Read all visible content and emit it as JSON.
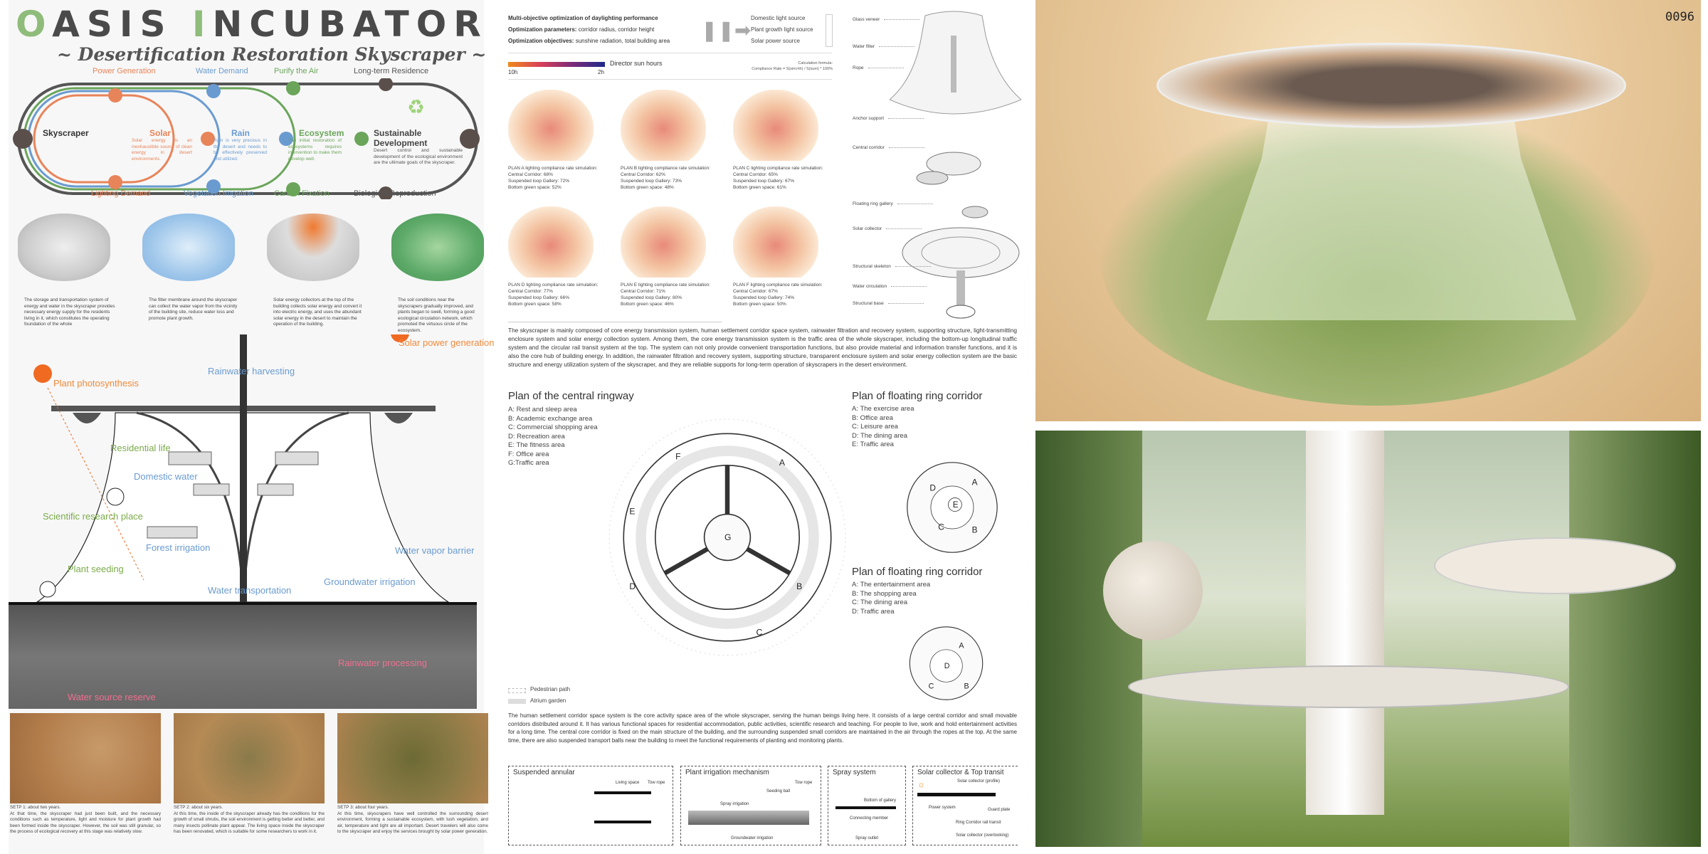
{
  "title": {
    "first_letter": "O",
    "first_rest": "ASIS ",
    "second_letter": "I",
    "second_rest": "NCUBATOR",
    "subtitle": "~ Desertification Restoration Skyscraper ~"
  },
  "poster_number": "0096",
  "loop": {
    "top_labels": [
      "Power Generation",
      "Water Demand",
      "Purify the Air",
      "Long-term Residence"
    ],
    "bottom_labels": [
      "Lighting Demand",
      "Vegetation Irrigation",
      "Carbon Fixation",
      "Biological Reproduction"
    ],
    "nodes": [
      {
        "title": "Skyscraper",
        "text": ""
      },
      {
        "title": "Solar",
        "text": "Solar energy is an inexhaustible source of clean energy in desert environments."
      },
      {
        "title": "Rain",
        "text": "Rain is very precious in the desert and needs to be effectively preserved and utilized."
      },
      {
        "title": "Ecosystem",
        "text": "The initial restoration of ecosystems requires intervention to make them develop well."
      },
      {
        "title": "Sustainable Development",
        "text": "Desert control and sustainable development of the ecological environment are the ultimate goals of the skyscraper."
      }
    ],
    "colors": {
      "solar": "#e8845a",
      "rain": "#6a9bd0",
      "eco": "#6aa55a",
      "main": "#555555"
    }
  },
  "models": [
    "The storage and transportation system of energy and water in the skyscraper provides necessary energy supply for the residents living in it, which constitutes the operating foundation of the whole",
    "The filter membrane around the skyscraper can collect the water vapor from the vicinity of the building site, reduce water loss and promote plant growth.",
    "Solar energy collectors at the top of the building collects solar energy and convert it into electric energy, and uses the abundant solar energy in the desert to maintain the operation of the building.",
    "The soil conditions near the skyscrapers gradually improved, and plants began to swell, forming a good ecological circulation network, which promoted the virtuous circle of the ecosystem."
  ],
  "section": {
    "plant_photosynthesis": "Plant photosynthesis",
    "rainwater_harvesting": "Rainwater harvesting",
    "solar_power": "Solar power generation",
    "residential_life": "Residential life",
    "domestic_water": "Domestic water",
    "scientific_research": "Scientific research place",
    "forest_irrigation": "Forest irrigation",
    "water_transportation": "Water transportation",
    "water_vapor_barrier": "Water vapor barrier",
    "plant_seeding": "Plant seeding",
    "groundwater_irrigation": "Groundwater irrigation",
    "water_source_reserve": "Water source reserve",
    "rainwater_processing": "Rainwater processing"
  },
  "steps": [
    {
      "title": "SETP 1: about two years.",
      "text": "At that time, the skyscraper had just been built, and the necessary conditions such as temperature, light and moisture for plant growth had been formed inside the skyscraper. However, the soil was still granular, so the process of ecological recovery at this stage was relatively slow."
    },
    {
      "title": "SETP 2: about six years.",
      "text": "At this time, the inside of the skyscraper already has the conditions for the growth of small shrubs, the soil environment is getting better and better, and many insects pollinate plant appear. The living space inside the skyscraper has been renovated, which is suitable for some researchers to work in it."
    },
    {
      "title": "SETP 3: about four years.",
      "text": "At this time, skyscrapers have well controlled the surrounding desert environment, forming a sustainable ecosystem, with lush vegetation, and air, temperature and light are all important. Desert travelers will also come to the skyscraper and enjoy the services brought by solar power generation."
    }
  ],
  "optimization": {
    "heading": "Multi-objective optimization of daylighting performance",
    "params_label": "Optimization parameters:",
    "params": " corridor radius, corridor height",
    "objectives_label": "Optimization objectives:",
    "objectives": " sunshine radiation, total building area",
    "sources": [
      "Domestic light source",
      "Plant growth light source",
      "Solar power source"
    ],
    "legend_label": "Director sun hours",
    "legend_min": "10h",
    "legend_max": "2h",
    "formula_title": "Calculation formula:",
    "formula": "Compliance Rate = S(sim>th) / S(sum) * 100%",
    "gradient": [
      "#f08a1c",
      "#d8405a",
      "#7a2a78",
      "#1e2a8a"
    ]
  },
  "simulations": [
    {
      "title": "PLAN A lighting compliance rate simulation:",
      "central": "Central Corridor: 68%",
      "loop": "Suspended loop Gallery: 72%",
      "green": "Bottom green space: 52%"
    },
    {
      "title": "PLAN B lighting compliance rate simulation:",
      "central": "Central Corridor: 62%",
      "loop": "Suspended loop Gallery: 73%",
      "green": "Bottom green space: 48%"
    },
    {
      "title": "PLAN C lighting compliance rate simulation:",
      "central": "Central Corridor: 65%",
      "loop": "Suspended loop Gallery: 67%",
      "green": "Bottom green space: 61%"
    },
    {
      "title": "PLAN D lighting compliance rate simulation:",
      "central": "Central Corridor: 77%",
      "loop": "Suspended loop Gallery: 66%",
      "green": "Bottom green space: 58%"
    },
    {
      "title": "PLAN E lighting compliance rate simulation:",
      "central": "Central Corridor: 71%",
      "loop": "Suspended loop Gallery: 80%",
      "green": "Bottom green space: 46%"
    },
    {
      "title": "PLAN F lighting compliance rate simulation:",
      "central": "Central Corridor: 67%",
      "loop": "Suspended loop Gallery: 74%",
      "green": "Bottom green space: 50%"
    }
  ],
  "exploded": [
    "Glass veneer",
    "Water filter",
    "Rope",
    "Anchor support",
    "Central corridor",
    "Floating ring gallery",
    "Solar collector",
    "Structural skeleton",
    "Water circulation",
    "Structural base"
  ],
  "paragraph1": "The skyscraper is mainly composed of core energy transmission system, human settlement corridor space system, rainwater filtration and recovery system, supporting structure, light-transmitting enclosure system and solar energy collection system. Among them, the core energy transmission system is the traffic area of the whole skyscraper, including the bottom-up longitudinal traffic system and the circular rail transit system at the top. The system can not only provide convenient transportation functions, but also provide material and information transfer functions, and it is also the core hub of building energy. In addition, the rainwater filtration and recovery system, supporting structure, transparent enclosure system and solar energy collection system are the basic structure and energy utilization system of the skyscraper, and they are reliable supports for long-term operation of skyscrapers in the desert environment.",
  "ringway": {
    "title": "Plan of the central ringway",
    "items": [
      "A: Rest and sleep area",
      "B: Academic exchange area",
      "C: Commercial shopping area",
      "D: Recreation area",
      "E: The fitness area",
      "F: Office area",
      "G:Traffic area"
    ],
    "letters": [
      "A",
      "B",
      "C",
      "D",
      "E",
      "F",
      "G"
    ],
    "legend": [
      "Pedestrian path",
      "Atrium garden"
    ]
  },
  "floating1": {
    "title": "Plan of floating ring corridor",
    "items": [
      "A: The exercise area",
      "B: Office area",
      "C: Leisure area",
      "D: The dining area",
      "E: Traffic area"
    ],
    "letters": [
      "A",
      "B",
      "C",
      "D",
      "E"
    ]
  },
  "floating2": {
    "title": "Plan of floating ring corridor",
    "items": [
      "A: The entertainment area",
      "B: The shopping area",
      "C: The dining area",
      "D: Traffic area"
    ],
    "letters": [
      "A",
      "B",
      "C",
      "D"
    ]
  },
  "paragraph2": "The human settlement corridor space system is the core activity space area of the whole skyscraper, serving the human beings living here. It consists of a large central corridor and small movable corridors distributed around it. It has various functional spaces for residential accommodation, public activities, scientific research and teaching. For people to live, work and hold entertainment activities for a long time. The central core corridor is fixed on the main structure of the building, and the surrounding suspended small corridors are maintained in the air through the ropes at the top. At the same time, there are also suspended transport balls near the building to meet the functional requirements of planting and monitoring plants.",
  "details": [
    {
      "title": "Suspended annular",
      "labels": [
        "Living space",
        "Tow rope"
      ]
    },
    {
      "title": "Plant irrigation mechanism",
      "labels": [
        "Tow rope",
        "Seeding ball",
        "Spray irrigation",
        "Groundwater irrigation"
      ]
    },
    {
      "title": "Spray system",
      "labels": [
        "Bottom of gallery",
        "Connecting member",
        "Spray outlet"
      ]
    },
    {
      "title": "Solar collector & Top  transit",
      "labels": [
        "Solar collector (profile)",
        "Power system",
        "Guard plate",
        "Ring Corridor rail transit",
        "Solar collector (overlooking)"
      ]
    }
  ]
}
